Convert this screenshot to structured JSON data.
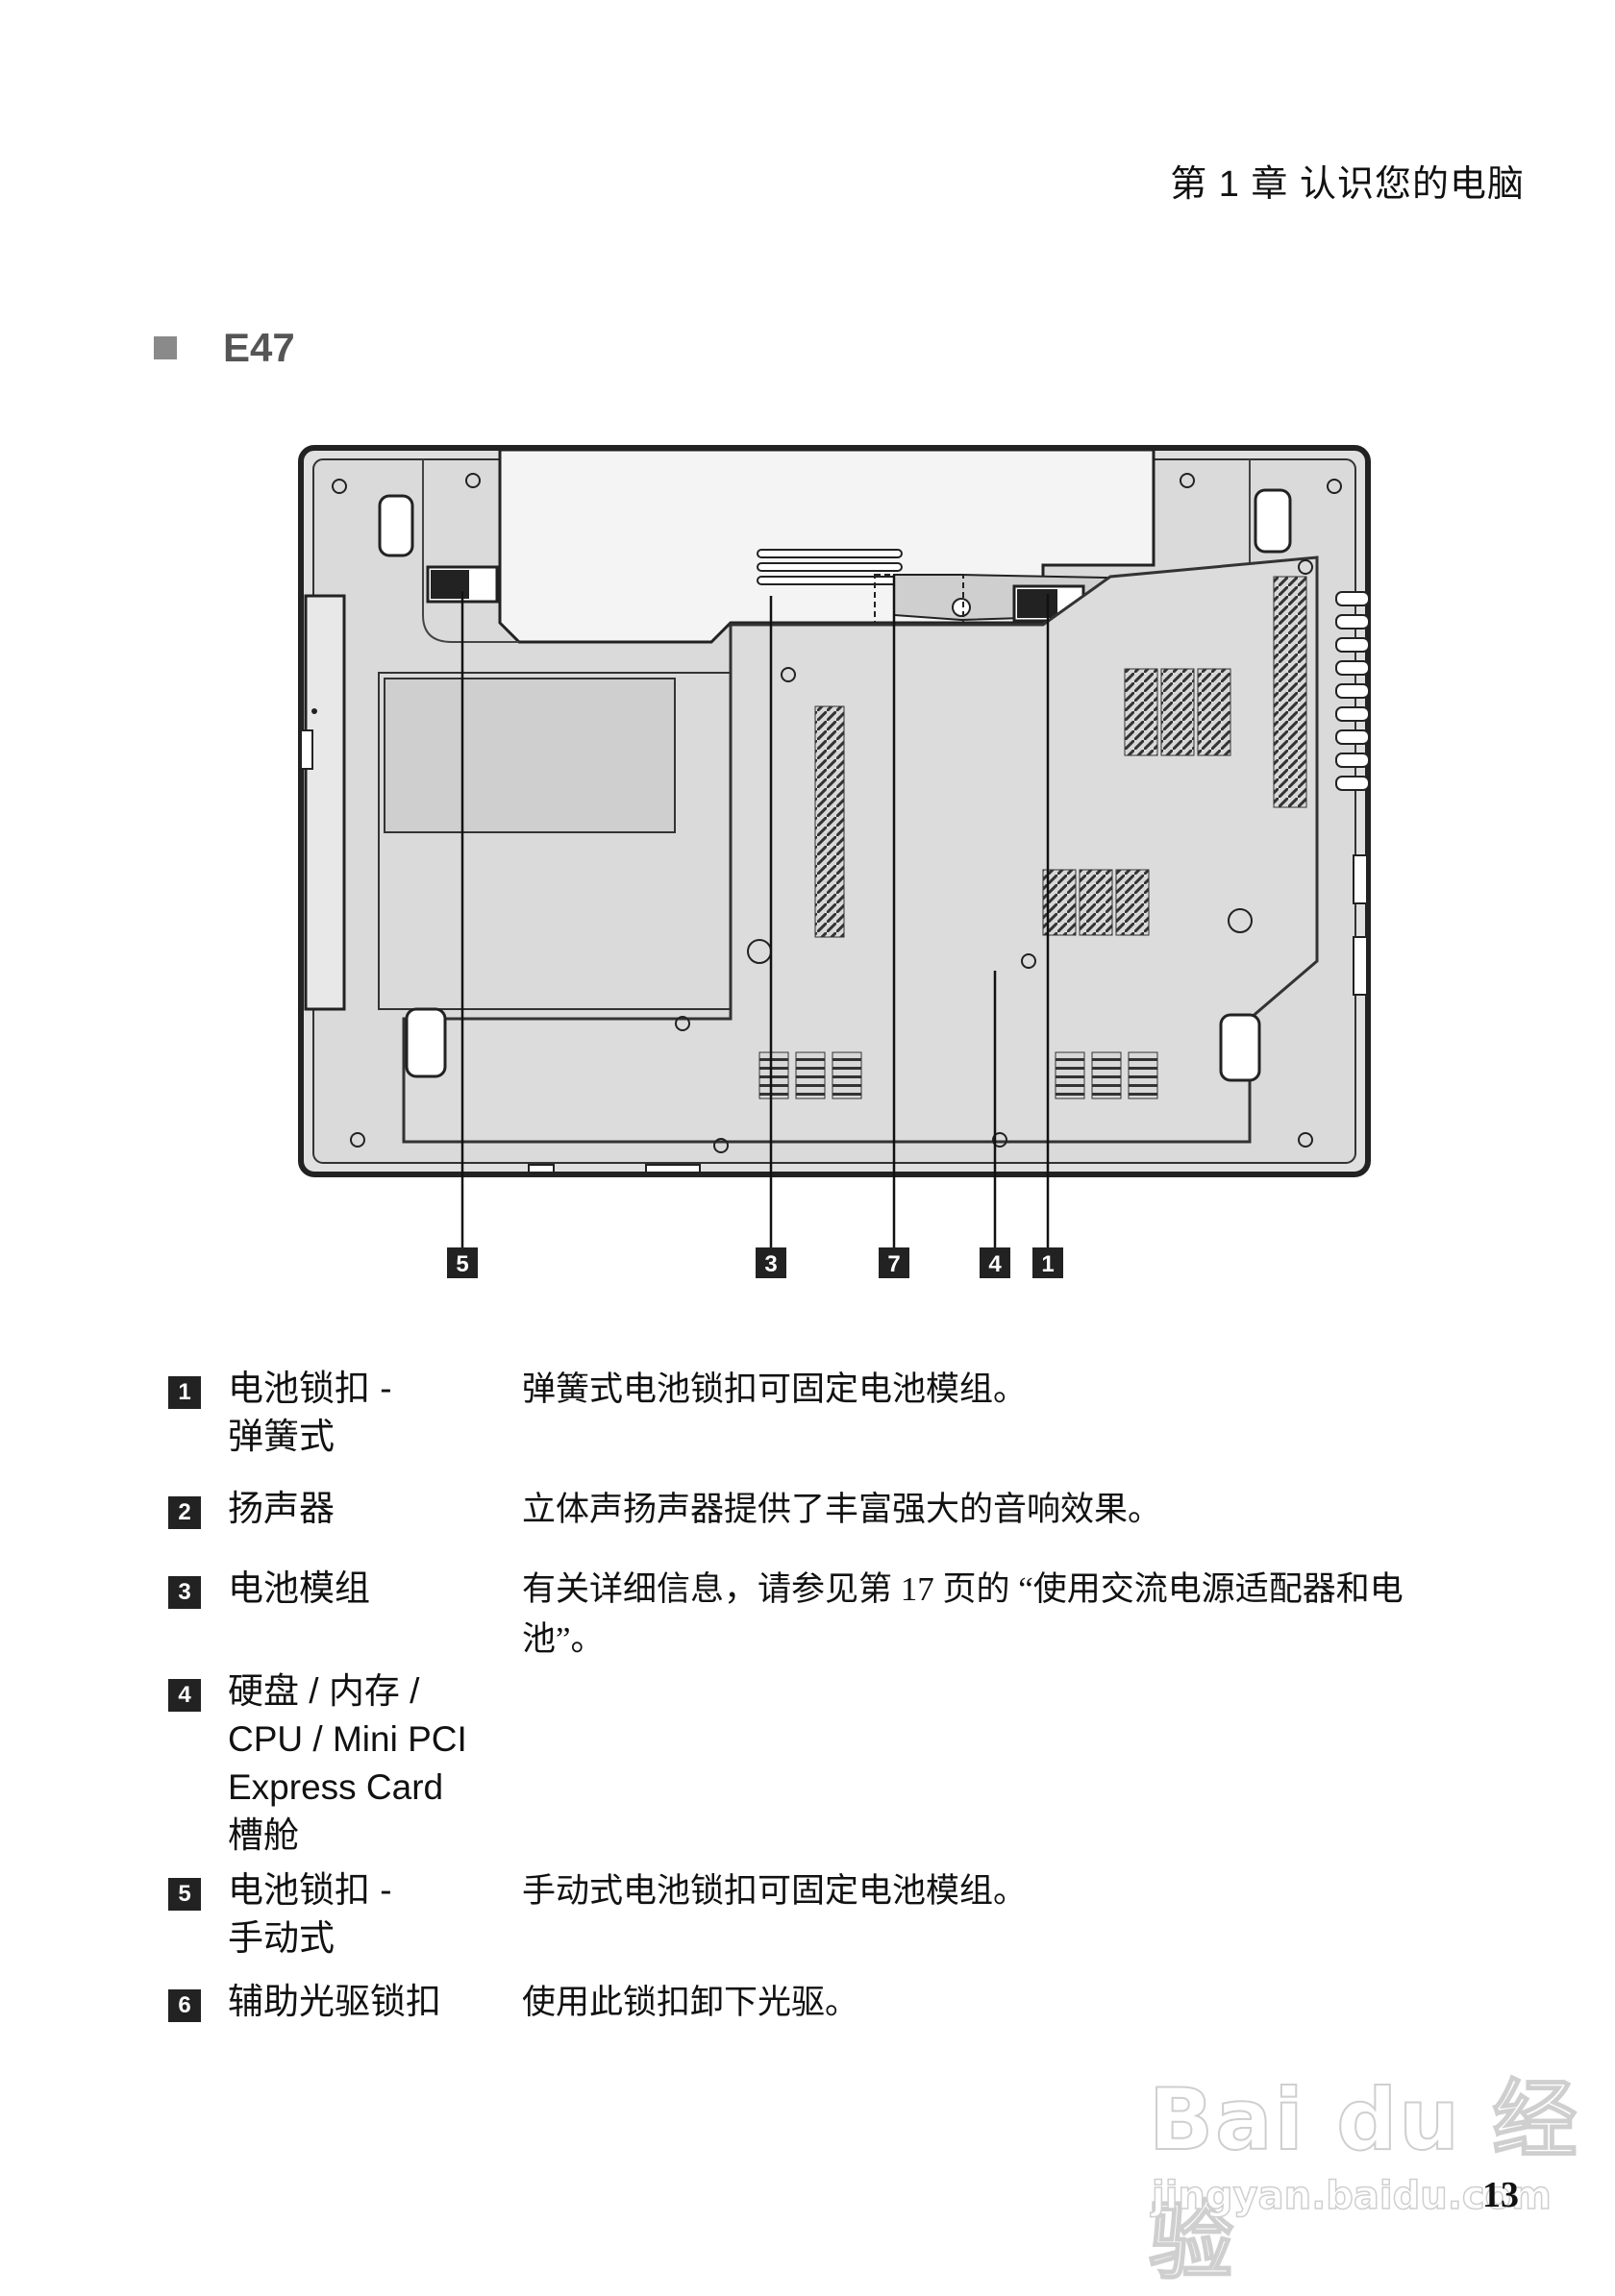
{
  "header": {
    "chapter": "第 1 章 认识您的电脑"
  },
  "section": {
    "title": "E47"
  },
  "diagram": {
    "callouts": [
      "5",
      "3",
      "7",
      "4",
      "1"
    ]
  },
  "items": [
    {
      "num": "1",
      "name": "电池锁扣 -\n弹簧式",
      "desc": "弹簧式电池锁扣可固定电池模组。"
    },
    {
      "num": "2",
      "name": "扬声器",
      "desc": "立体声扬声器提供了丰富强大的音响效果。"
    },
    {
      "num": "3",
      "name": "电池模组",
      "desc": "有关详细信息，请参见第 17 页的 “使用交流电源适配器和电池”。"
    },
    {
      "num": "4",
      "name": "硬盘 / 内存 /\nCPU / Mini PCI\nExpress Card\n槽舱",
      "desc": ""
    },
    {
      "num": "5",
      "name": "电池锁扣 -\n手动式",
      "desc": "手动式电池锁扣可固定电池模组。"
    },
    {
      "num": "6",
      "name": "辅助光驱锁扣",
      "desc": "使用此锁扣卸下光驱。"
    }
  ],
  "footer": {
    "page_number": "13",
    "watermark_logo": "Bai du 经验",
    "watermark_url": "jingyan.baidu.com"
  }
}
